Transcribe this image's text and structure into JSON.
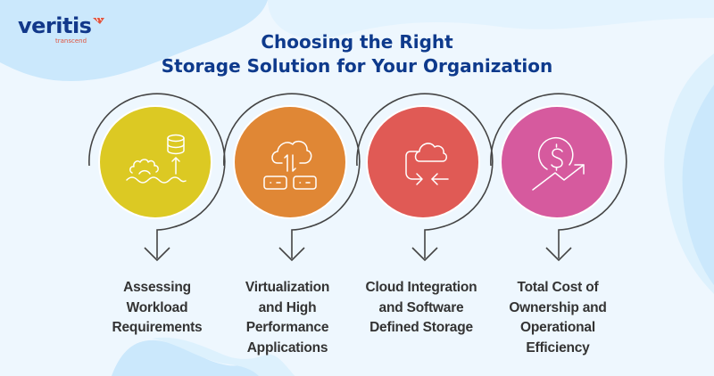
{
  "brand": {
    "name": "veritis",
    "tagline": "transcend",
    "colors": {
      "wordmark": "#12388A",
      "accent": "#E0533D"
    }
  },
  "title": {
    "line1": "Choosing the Right",
    "line2": "Storage Solution for Your Organization",
    "color": "#0E3A8C"
  },
  "theme": {
    "background": "#EEF7FE",
    "blob_light": "#DDF1FD",
    "blob": "#CBE8FC",
    "ring_stroke": "#444444",
    "text": "#333333"
  },
  "steps": [
    {
      "icon": "workload-gear-database-icon",
      "color": "#DCC923",
      "label_lines": [
        "Assessing",
        "Workload",
        "Requirements"
      ]
    },
    {
      "icon": "cloud-server-sync-icon",
      "color": "#E08735",
      "label_lines": [
        "Virtualization",
        "and High",
        "Performance",
        "Applications"
      ]
    },
    {
      "icon": "cloud-integration-arrows-icon",
      "color": "#E05A55",
      "label_lines": [
        "Cloud Integration",
        "and Software",
        "Defined Storage"
      ]
    },
    {
      "icon": "dollar-growth-chart-icon",
      "color": "#D65A9E",
      "label_lines": [
        "Total Cost of",
        "Ownership and",
        "Operational",
        "Efficiency"
      ]
    }
  ]
}
